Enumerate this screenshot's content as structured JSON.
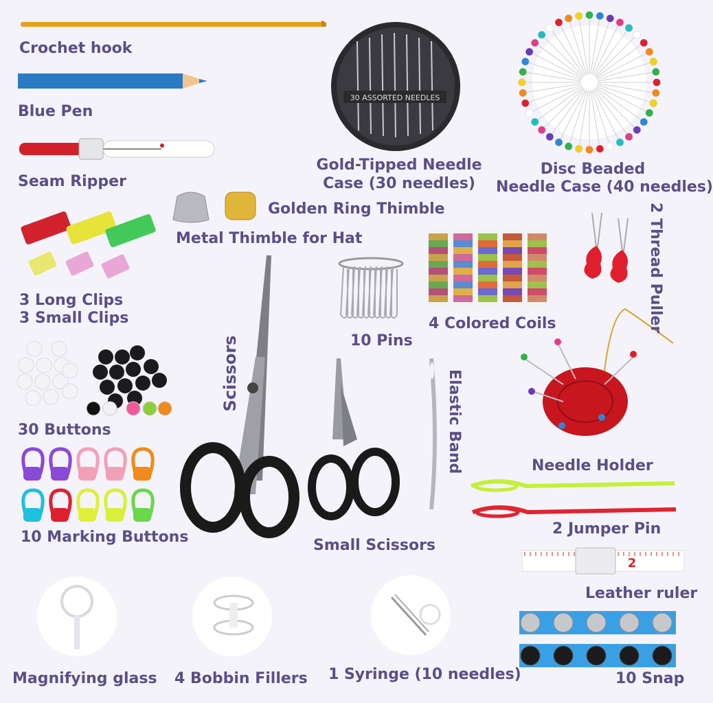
{
  "labels": {
    "crochet_hook": "Crochet hook",
    "blue_pen": "Blue Pen",
    "seam_ripper": "Seam Ripper",
    "gold_needle_case_1": "Gold-Tipped Needle",
    "gold_needle_case_2": "Case (30 needles)",
    "disc_case_1": "Disc Beaded",
    "disc_case_2": "Needle Case (40 needles)",
    "thread_puller": "2 Thread Puller",
    "golden_thimble": "Golden Ring Thimble",
    "metal_thimble": "Metal Thimble for Hat",
    "long_clips": "3 Long Clips",
    "small_clips": "3 Small Clips",
    "pins": "10 Pins",
    "coils": "4 Colored Coils",
    "scissors": "Scissors",
    "elastic_band": "Elastic Band",
    "buttons": "30 Buttons",
    "needle_holder": "Needle Holder",
    "marking_buttons": "10 Marking Buttons",
    "jumper_pin": "2 Jumper Pin",
    "small_scissors": "Small Scissors",
    "leather_ruler": "Leather ruler",
    "magnifying_glass": "Magnifying glass",
    "bobbin_fillers": "4 Bobbin Fillers",
    "syringe": "1 Syringe (10 needles)",
    "snap": "10 Snap"
  },
  "printed": {
    "needle_case_text": "30 ASSORTED NEEDLES",
    "ruler_number": "2"
  },
  "colors": {
    "label": "#5b4f86",
    "background": "#f5f3fa",
    "snap_tape": "#3aa0e6"
  }
}
